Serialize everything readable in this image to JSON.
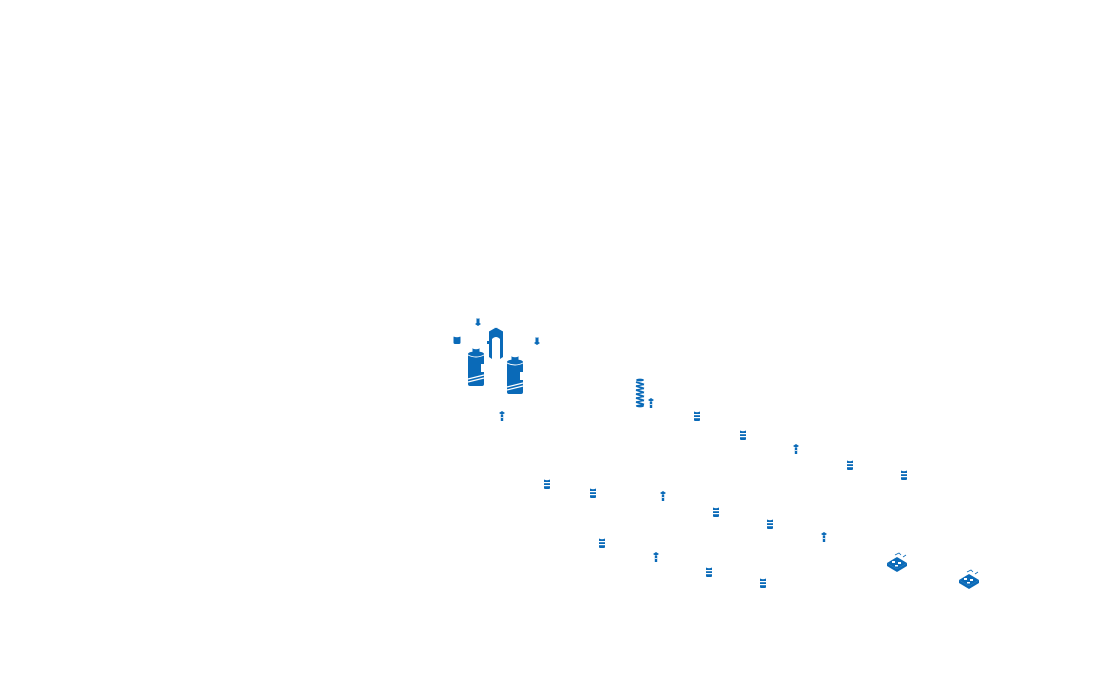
{
  "viewer": {
    "background_color": "#ffffff",
    "part_color": "#0a6ab8",
    "part_highlight_color": "#ffffff",
    "parts": [
      {
        "id": "small-cap-left",
        "icon": "cap-icon"
      },
      {
        "id": "small-pin-top",
        "icon": "pin-icon"
      },
      {
        "id": "arch-bracket",
        "icon": "bracket-icon"
      },
      {
        "id": "small-pin-right",
        "icon": "pin-icon"
      },
      {
        "id": "cylinder-left",
        "icon": "cylinder-icon"
      },
      {
        "id": "cylinder-right",
        "icon": "cylinder-icon"
      },
      {
        "id": "tiny-screw-left",
        "icon": "screw-icon"
      },
      {
        "id": "coil-spring",
        "icon": "spring-icon"
      },
      {
        "id": "tiny-screw-spring",
        "icon": "screw-icon"
      },
      {
        "id": "standoff-row1-1",
        "icon": "standoff-icon"
      },
      {
        "id": "standoff-row1-2",
        "icon": "standoff-icon"
      },
      {
        "id": "screw-row1-3",
        "icon": "screw-icon"
      },
      {
        "id": "standoff-row1-4",
        "icon": "standoff-icon"
      },
      {
        "id": "standoff-row1-5",
        "icon": "standoff-icon"
      },
      {
        "id": "standoff-row2-1",
        "icon": "standoff-icon"
      },
      {
        "id": "standoff-row2-2",
        "icon": "standoff-icon"
      },
      {
        "id": "screw-row2-3",
        "icon": "screw-icon"
      },
      {
        "id": "standoff-row2-4",
        "icon": "standoff-icon"
      },
      {
        "id": "standoff-row2-5",
        "icon": "standoff-icon"
      },
      {
        "id": "screw-row2-6",
        "icon": "screw-icon"
      },
      {
        "id": "standoff-row3-1",
        "icon": "standoff-icon"
      },
      {
        "id": "screw-row3-2",
        "icon": "screw-icon"
      },
      {
        "id": "standoff-row3-3",
        "icon": "standoff-icon"
      },
      {
        "id": "standoff-row3-4",
        "icon": "standoff-icon"
      },
      {
        "id": "circuit-board-1",
        "icon": "circuit-board-icon"
      },
      {
        "id": "circuit-board-2",
        "icon": "circuit-board-icon"
      }
    ]
  }
}
